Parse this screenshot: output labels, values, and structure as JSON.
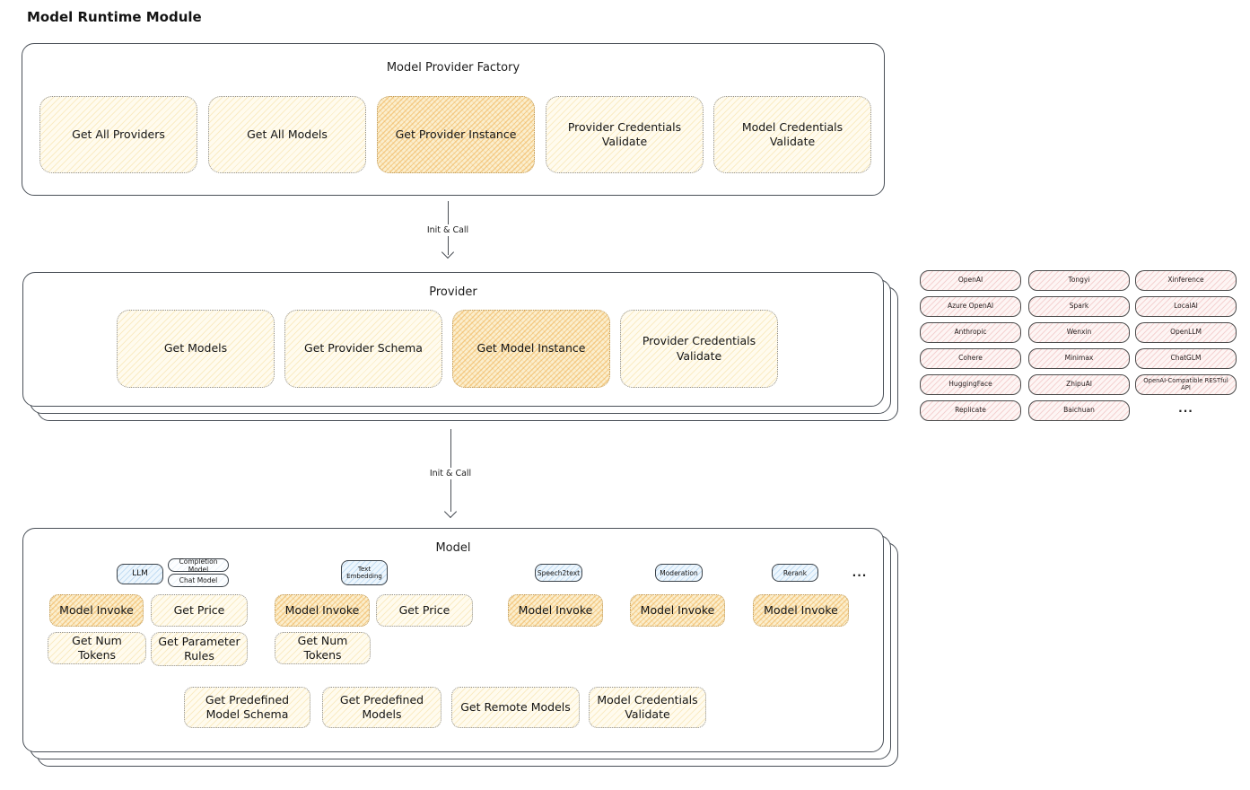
{
  "title": "Model Runtime Module",
  "palette": {
    "node_yellow": "#FFFBEE",
    "node_orange_highlight": "#FBEECD",
    "tab_blue": "#EDF6FD",
    "provider_pink": "#FDF5F4",
    "frame_border": "#4A5058"
  },
  "factory": {
    "title": "Model Provider Factory",
    "nodes": [
      "Get All Providers",
      "Get All Models",
      "Get Provider Instance",
      "Provider Credentials Validate",
      "Model Credentials Validate"
    ]
  },
  "arrows": [
    "Init & Call",
    "Init & Call"
  ],
  "provider": {
    "title": "Provider",
    "nodes": [
      "Get Models",
      "Get Provider Schema",
      "Get Model Instance",
      "Provider Credentials Validate"
    ]
  },
  "providers": {
    "rows": [
      [
        "OpenAI",
        "Tongyi",
        "Xinference"
      ],
      [
        "Azure OpenAI",
        "Spark",
        "LocalAI"
      ],
      [
        "Anthropic",
        "Wenxin",
        "OpenLLM"
      ],
      [
        "Cohere",
        "Minimax",
        "ChatGLM"
      ],
      [
        "HuggingFace",
        "ZhipuAI",
        "OpenAI-Compatible RESTful API"
      ],
      [
        "Replicate",
        "Baichuan",
        "..."
      ]
    ]
  },
  "model": {
    "title": "Model",
    "tabs": [
      "LLM",
      "Completion Model",
      "Chat Model",
      "Text Embedding",
      "Speech2text",
      "Moderation",
      "Rerank",
      "..."
    ],
    "actions_row1": [
      "Model Invoke",
      "Get Price",
      "Model Invoke",
      "Get Price",
      "Model Invoke",
      "Model Invoke",
      "Model Invoke"
    ],
    "actions_row2": [
      "Get Num Tokens",
      "Get Parameter Rules",
      "Get Num Tokens"
    ],
    "bottom_nodes": [
      "Get Predefined Model Schema",
      "Get Predefined Models",
      "Get Remote Models",
      "Model Credentials Validate"
    ]
  }
}
